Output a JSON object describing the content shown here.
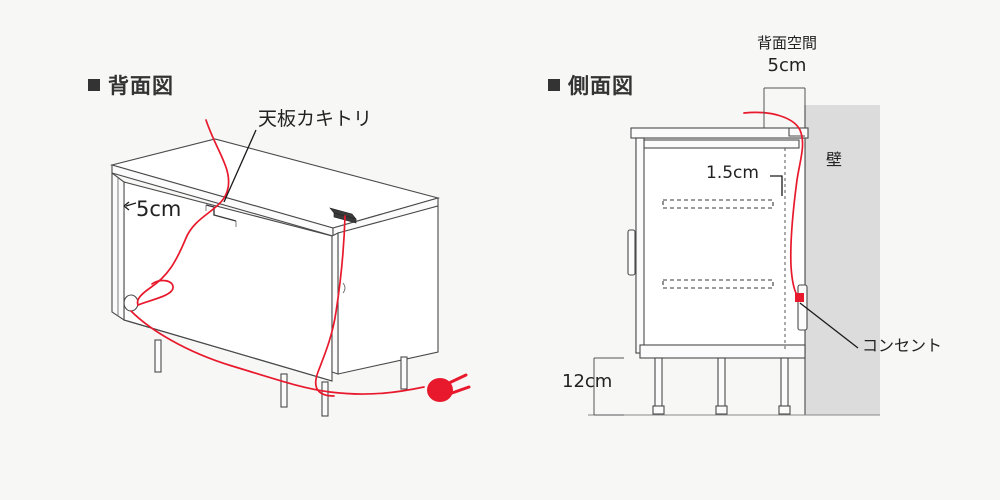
{
  "page": {
    "background_color": "#f7f7f6",
    "accent_color": "#e8192c",
    "line_color": "#4a4a4a",
    "wall_color": "#dcdcdc"
  },
  "rear_view": {
    "header": "背面図",
    "bullet": "filled-square",
    "labels": {
      "top_cutout": "天板カキトリ",
      "gap": "5cm"
    }
  },
  "side_view": {
    "header": "側面図",
    "bullet": "filled-square",
    "labels": {
      "back_space_title": "背面空間",
      "back_space_value": "5cm",
      "shelf_gap": "1.5cm",
      "wall": "壁",
      "leg_height": "12cm",
      "outlet": "コンセント"
    }
  }
}
